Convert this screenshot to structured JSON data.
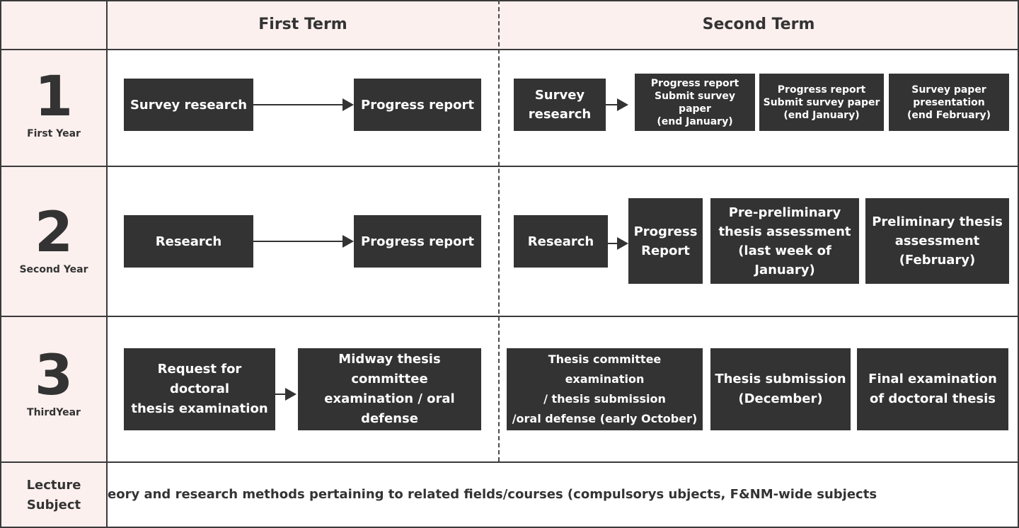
{
  "header": {
    "first_term": "First Term",
    "second_term": "Second Term"
  },
  "years": [
    {
      "number": "1",
      "label": "First Year"
    },
    {
      "number": "2",
      "label": "Second Year"
    },
    {
      "number": "3",
      "label": "ThirdYear"
    }
  ],
  "row1": {
    "first": [
      "Survey research",
      "Progress report"
    ],
    "second": [
      "Survey\nresearch",
      "Progress report\nSubmit survey paper\n(end January)",
      "Progress report\nSubmit survey paper\n(end January)",
      "Survey paper\npresentation\n(end February)"
    ]
  },
  "row2": {
    "first": [
      "Research",
      "Progress report"
    ],
    "second": [
      "Research",
      "Progress\nReport",
      "Pre-preliminary\nthesis assessment\n(last week of January)",
      "Preliminary thesis\nassessment\n(February)"
    ]
  },
  "row3": {
    "first": [
      "Request for doctoral\nthesis examination",
      "Midway thesis committee\nexamination / oral defense"
    ],
    "second": [
      "Thesis committee examination\n/ thesis submission\n/oral defense (early October)",
      "Thesis submission\n(December)",
      "Final examination\nof doctoral thesis"
    ]
  },
  "lecture": {
    "label": "Lecture\nSubject",
    "text": "eory and research methods pertaining to related fields/courses (compulsorys ubjects, F&NM-wide subjects"
  },
  "colors": {
    "box": "#333333",
    "header_bg": "#fcf0ee",
    "border": "#3a3a3a"
  }
}
